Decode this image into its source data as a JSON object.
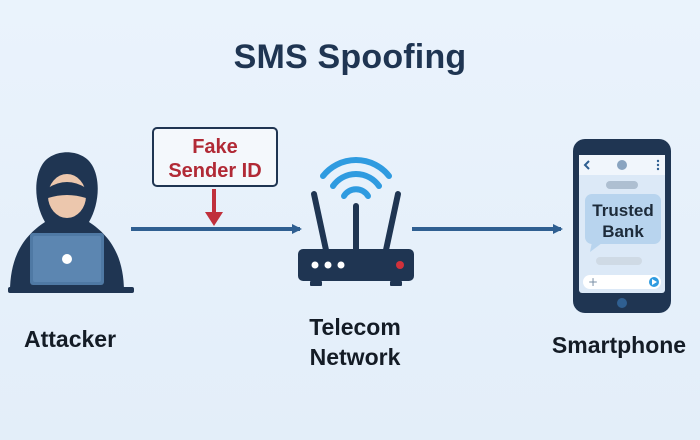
{
  "title": "SMS Spoofing",
  "fake_box": {
    "line1": "Fake",
    "line2": "Sender ID"
  },
  "nodes": {
    "attacker": {
      "label": "Attacker",
      "icon": "hooded-hacker-icon"
    },
    "network": {
      "label_line1": "Telecom",
      "label_line2": "Network",
      "icon": "wifi-router-icon"
    },
    "smartphone": {
      "label": "Smartphone",
      "icon": "smartphone-icon"
    }
  },
  "message_bubble": {
    "line1": "Trusted",
    "line2": "Bank"
  },
  "colors": {
    "background": "#e8f1fb",
    "navy": "#1f3552",
    "arrow": "#2f5f91",
    "fake_text": "#b12a36",
    "router_wifi": "#2f9be0",
    "screen": "#dce9f7"
  }
}
